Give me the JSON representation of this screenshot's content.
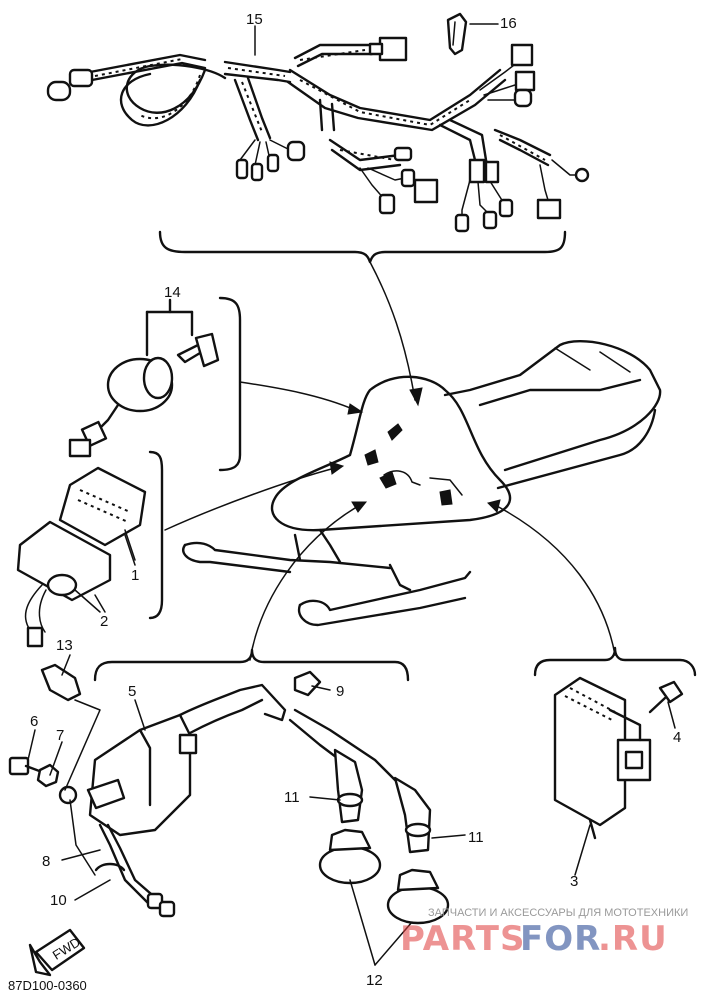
{
  "callouts": {
    "n1": "1",
    "n2": "2",
    "n3": "3",
    "n4": "4",
    "n5": "5",
    "n6": "6",
    "n7": "7",
    "n8": "8",
    "n9": "9",
    "n10": "10",
    "n11a": "11",
    "n11b": "11",
    "n12": "12",
    "n13": "13",
    "n14": "14",
    "n15": "15",
    "n16": "16"
  },
  "diagram_code": "87D100-0360",
  "fwd_label": "FWD",
  "watermark": {
    "small": "ЗАПЧАСТИ И АКСЕССУАРЫ ДЛЯ МОТОТЕХНИКИ",
    "big_a": "PARTS",
    "big_b": "FOR",
    "big_c": ".RU"
  }
}
